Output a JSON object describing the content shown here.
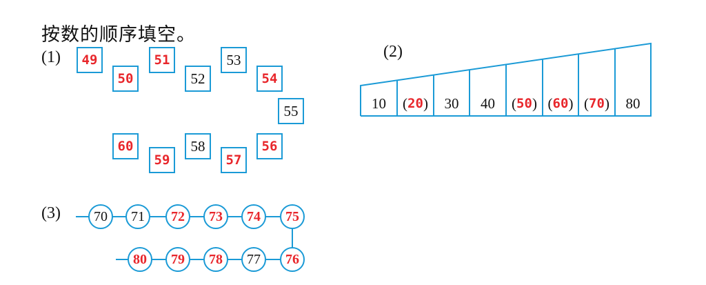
{
  "title": "按数的顺序填空。",
  "colors": {
    "border": "#1a9ad6",
    "answer": "#e8262b",
    "text": "#111111"
  },
  "part1": {
    "label": "(1)",
    "boxes": [
      {
        "value": "49",
        "answer": true
      },
      {
        "value": "50",
        "answer": true
      },
      {
        "value": "51",
        "answer": true
      },
      {
        "value": "52",
        "answer": false
      },
      {
        "value": "53",
        "answer": false
      },
      {
        "value": "54",
        "answer": true
      },
      {
        "value": "55",
        "answer": false
      },
      {
        "value": "56",
        "answer": true
      },
      {
        "value": "57",
        "answer": true
      },
      {
        "value": "58",
        "answer": false
      },
      {
        "value": "59",
        "answer": true
      },
      {
        "value": "60",
        "answer": true
      }
    ]
  },
  "part2": {
    "label": "(2)",
    "cells": [
      {
        "value": "10",
        "answer": false
      },
      {
        "value": "(20)",
        "answer": true
      },
      {
        "value": "30",
        "answer": false
      },
      {
        "value": "40",
        "answer": false
      },
      {
        "value": "(50)",
        "answer": true
      },
      {
        "value": "(60)",
        "answer": true
      },
      {
        "value": "(70)",
        "answer": true
      },
      {
        "value": "80",
        "answer": false
      }
    ]
  },
  "part3": {
    "label": "(3)",
    "row1": [
      {
        "value": "70",
        "answer": false
      },
      {
        "value": "71",
        "answer": false
      },
      {
        "value": "72",
        "answer": true
      },
      {
        "value": "73",
        "answer": true
      },
      {
        "value": "74",
        "answer": true
      },
      {
        "value": "75",
        "answer": true
      }
    ],
    "row2": [
      {
        "value": "80",
        "answer": true
      },
      {
        "value": "79",
        "answer": true
      },
      {
        "value": "78",
        "answer": true
      },
      {
        "value": "77",
        "answer": false
      },
      {
        "value": "76",
        "answer": true
      }
    ]
  }
}
